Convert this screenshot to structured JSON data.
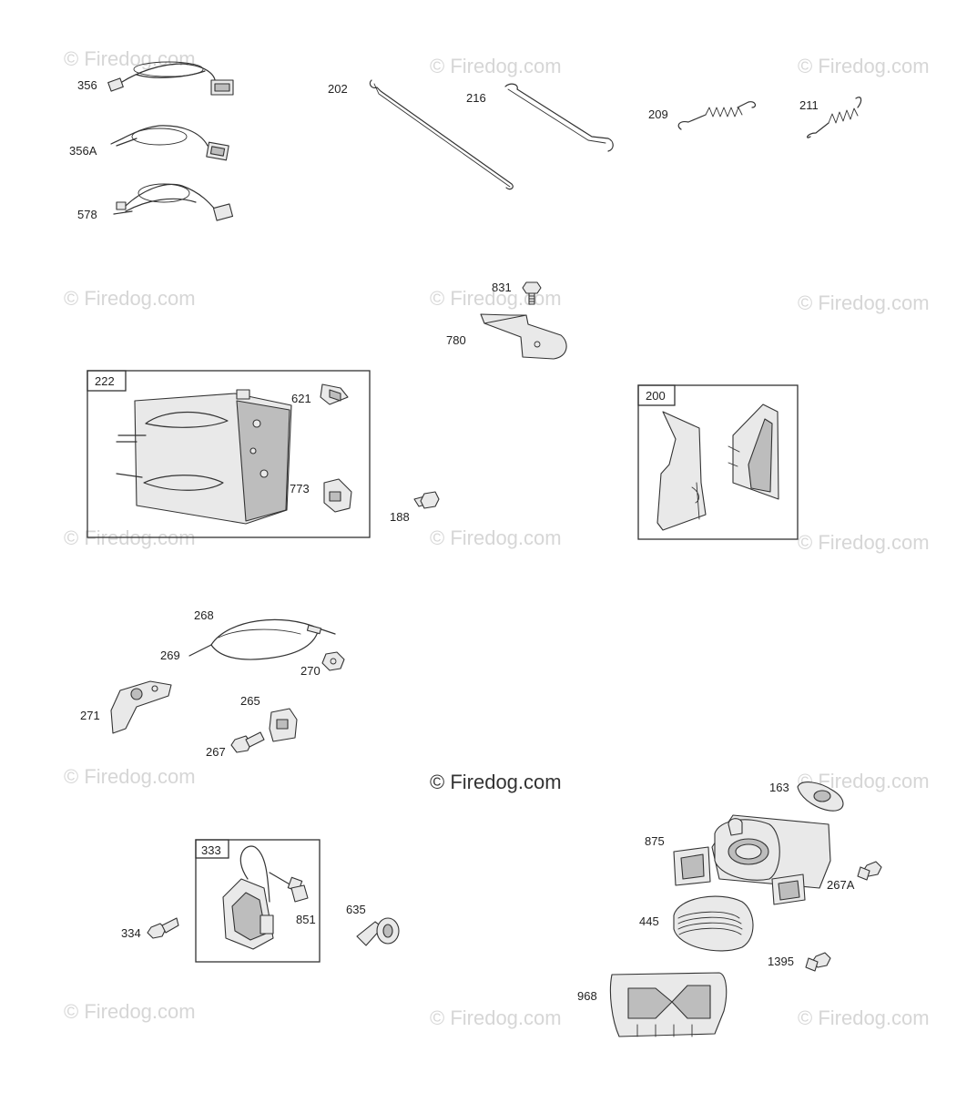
{
  "watermark": "© Firedog.com",
  "watermark_main": "© Firedog.com",
  "labels": {
    "p356": "356",
    "p356a": "356A",
    "p578": "578",
    "p202": "202",
    "p216": "216",
    "p209": "209",
    "p211": "211",
    "p831": "831",
    "p780": "780",
    "p222": "222",
    "p621": "621",
    "p773": "773",
    "p188": "188",
    "p200": "200",
    "p268": "268",
    "p269": "269",
    "p270": "270",
    "p271": "271",
    "p265": "265",
    "p267": "267",
    "p163": "163",
    "p875": "875",
    "p267a": "267A",
    "p445": "445",
    "p1395": "1395",
    "p968": "968",
    "p333": "333",
    "p334": "334",
    "p851": "851",
    "p635": "635"
  }
}
